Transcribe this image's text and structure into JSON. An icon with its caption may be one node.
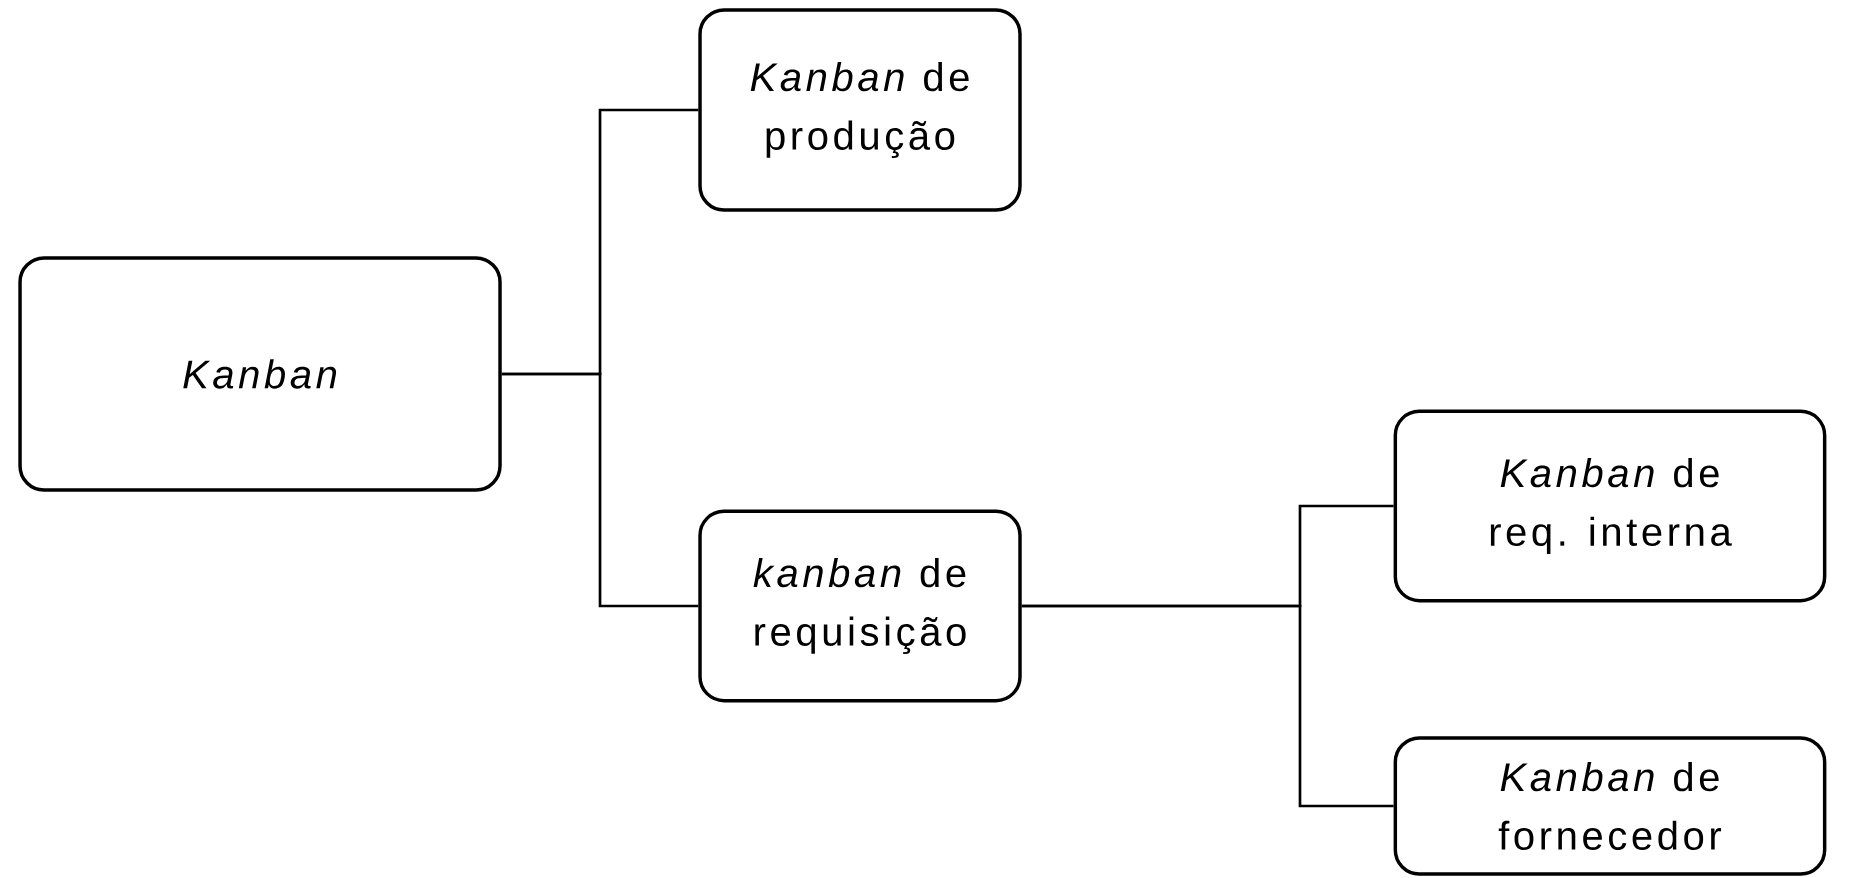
{
  "diagram": {
    "nodes": [
      {
        "text": [
          "Kanban"
        ]
      },
      {
        "text": [
          "*Kanban* de produção"
        ]
      },
      {
        "text": [
          "*kanban* de requisição"
        ]
      },
      {
        "text": [
          "*Kanban* de req. interna"
        ]
      },
      {
        "text": [
          "*Kanban* de fornecedor"
        ]
      }
    ],
    "edges": [
      {
        "from": 0,
        "to": 1,
        "arrow": "none"
      },
      {
        "from": 0,
        "to": 2,
        "arrow": "none"
      },
      {
        "from": 2,
        "to": 3,
        "arrow": "none"
      },
      {
        "from": 2,
        "to": 4,
        "arrow": "none"
      }
    ]
  }
}
